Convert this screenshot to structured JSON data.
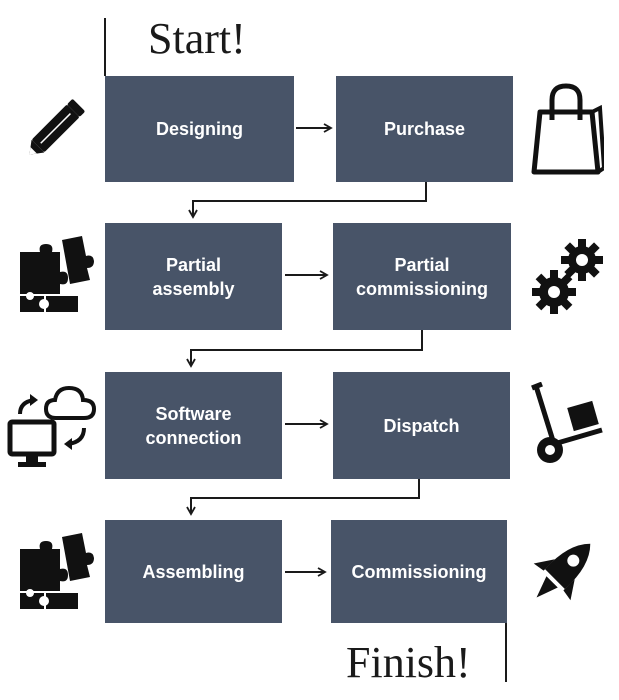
{
  "start_label": "Start!",
  "finish_label": "Finish!",
  "steps": [
    {
      "label": "Designing",
      "icon": "pencil-icon"
    },
    {
      "label": "Purchase",
      "icon": "shopping-bag-icon"
    },
    {
      "label": "Partial\nassembly",
      "icon": "puzzle-icon"
    },
    {
      "label": "Partial\ncommissioning",
      "icon": "gears-icon"
    },
    {
      "label": "Software\nconnection",
      "icon": "cloud-computer-sync-icon"
    },
    {
      "label": "Dispatch",
      "icon": "hand-truck-icon"
    },
    {
      "label": "Assembling",
      "icon": "puzzle-icon"
    },
    {
      "label": "Commissioning",
      "icon": "rocket-icon"
    }
  ],
  "colors": {
    "box": "#485468",
    "box_text": "#ffffff",
    "line": "#1a1a1a",
    "icon": "#111111"
  }
}
